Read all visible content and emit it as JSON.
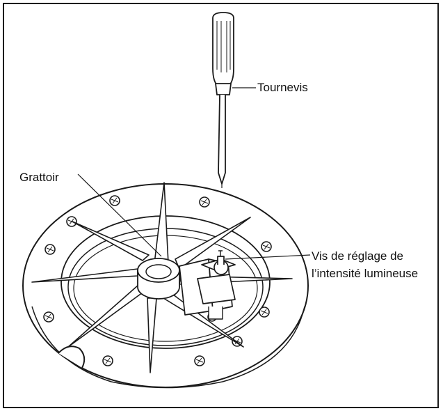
{
  "labels": {
    "screwdriver": "Tournevis",
    "scraper": "Grattoir",
    "adjust_screw_line1": "Vis de réglage de",
    "adjust_screw_line2": "l’intensité lumineuse"
  },
  "colors": {
    "line": "#1a1a1a",
    "fill": "#ffffff"
  }
}
